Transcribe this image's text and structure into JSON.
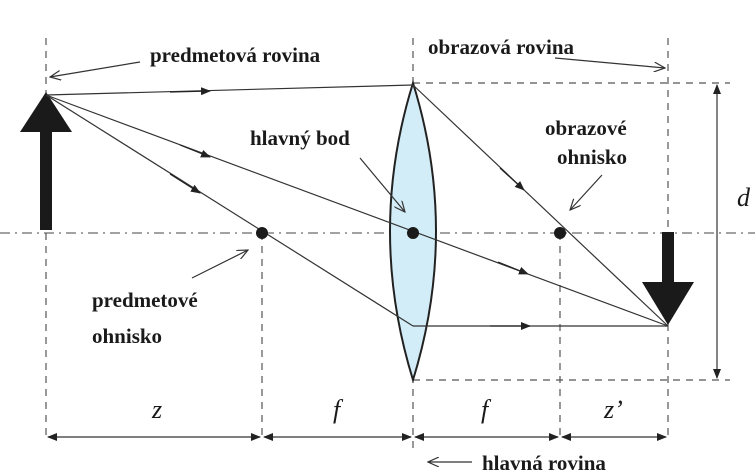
{
  "labels": {
    "object_plane": "predmetová rovina",
    "image_plane": "obrazová rovina",
    "principal_point": "hlavný bod",
    "image_focus_line1": "obrazové",
    "image_focus_line2": "ohnisko",
    "object_focus_line1": "predmetové",
    "object_focus_line2": "ohnisko",
    "principal_plane": "hlavná rovina"
  },
  "dimensions": {
    "z": "z",
    "f_left": "f",
    "f_right": "f",
    "z_prime": "z’",
    "d": "d"
  },
  "colors": {
    "lens_fill": "#d2edf7",
    "ink": "#1a1a1a"
  }
}
